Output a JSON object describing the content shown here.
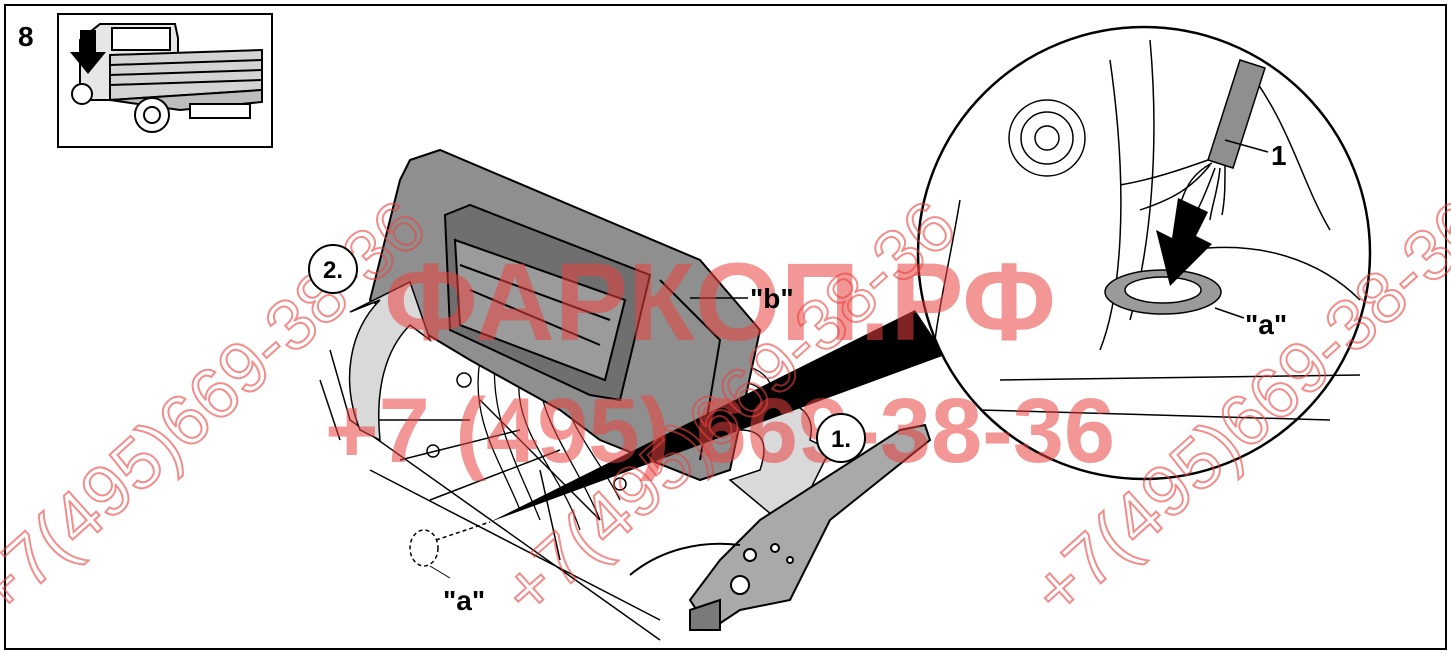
{
  "step": {
    "number": "8"
  },
  "labels": {
    "step_one": "1.",
    "step_two": "2.",
    "part_a_bottom": "\"a\"",
    "part_b": "\"b\"",
    "part_a_detail": "\"a\"",
    "item_1": "1"
  },
  "watermark": {
    "site": "ФАРКОП.РФ",
    "phone": "+7 (495) 669-38-36",
    "diagonal": "+7(495)669-38-36"
  },
  "colors": {
    "watermark": "#e8433f",
    "console_fill": "#8f8f8f",
    "arrow_fill": "#d9d9d9",
    "line": "#000000"
  },
  "icons": [
    "truck-icon",
    "down-arrow-icon",
    "zoom-detail-circle",
    "wire-harness-icon",
    "handbrake-lever-icon"
  ]
}
